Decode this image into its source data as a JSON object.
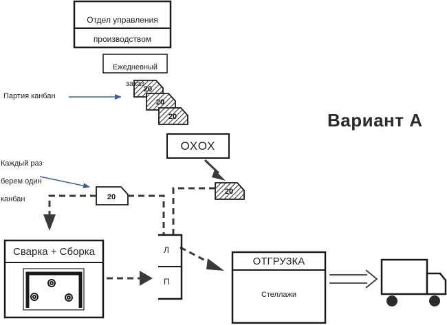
{
  "production_control": {
    "line1": "Отдел управления",
    "line2": "производством"
  },
  "daily_order": {
    "line1": "Ежедневный",
    "line2": "заказ"
  },
  "kanban_batch_label": "Партия канбан",
  "kanban_value": "20",
  "oxox_label": "ОХОХ",
  "each_time_note": {
    "line1": "Каждый раз",
    "line2": "берем один",
    "line3": "канбан"
  },
  "variant_title": "Вариант А",
  "welding_assembly_label": "Сварка + Сборка",
  "shelf_labels": {
    "left": "Л",
    "right": "П"
  },
  "shipping": {
    "title": "ОТГРУЗКА",
    "racks": "Стеллажи"
  },
  "colors": {
    "annotation_arrow": "#3a5f9a",
    "hatch": "#3a3a3a",
    "stroke": "#1a1a1a"
  }
}
